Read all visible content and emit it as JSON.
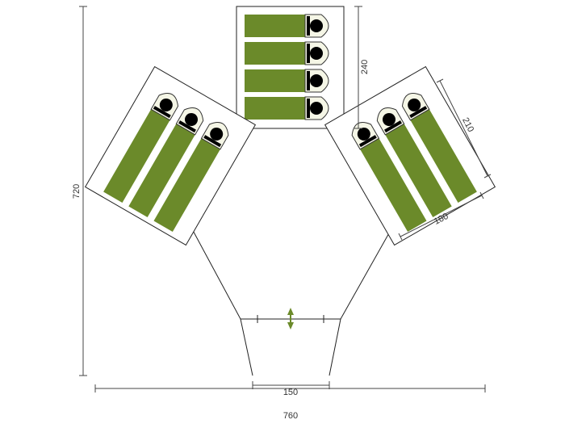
{
  "dimensions": {
    "total_height": "720",
    "total_width": "760",
    "room_depth": "240",
    "room_length": "210",
    "room_width": "180",
    "entrance_width": "150"
  },
  "rooms": [
    {
      "name": "top",
      "sleeping_places": 4
    },
    {
      "name": "left",
      "sleeping_places": 3
    },
    {
      "name": "right",
      "sleeping_places": 3
    }
  ],
  "colors": {
    "sleeping_bag": "#6b8a2a",
    "bag_hood": "#f5f6e6",
    "door_arrow": "#6b8a2a",
    "outline": "#222222",
    "dimension_line": "#444444"
  }
}
